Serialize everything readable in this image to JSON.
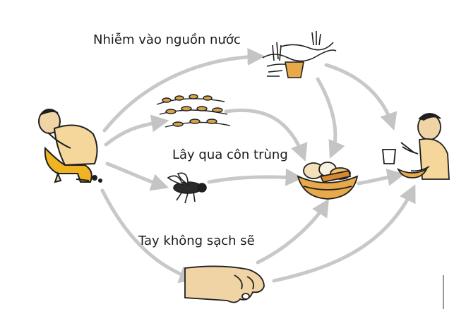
{
  "diagram": {
    "labels": {
      "water": "Nhiễm vào nguồn nước",
      "insects": "Lây qua côn trùng",
      "hands": "Tay không sạch sẽ"
    },
    "icons": [
      "squatting-person-icon",
      "water-source-icon",
      "crops-icon",
      "fly-icon",
      "food-basket-icon",
      "dirty-hand-icon",
      "eating-child-icon"
    ],
    "colors": {
      "arrow": "#c4c4c4",
      "skin": "#f1d4a6",
      "shirt": "#f6d79b",
      "pants": "#f0b323",
      "basket": "#e8a94a",
      "ink": "#1f1f1f"
    }
  }
}
